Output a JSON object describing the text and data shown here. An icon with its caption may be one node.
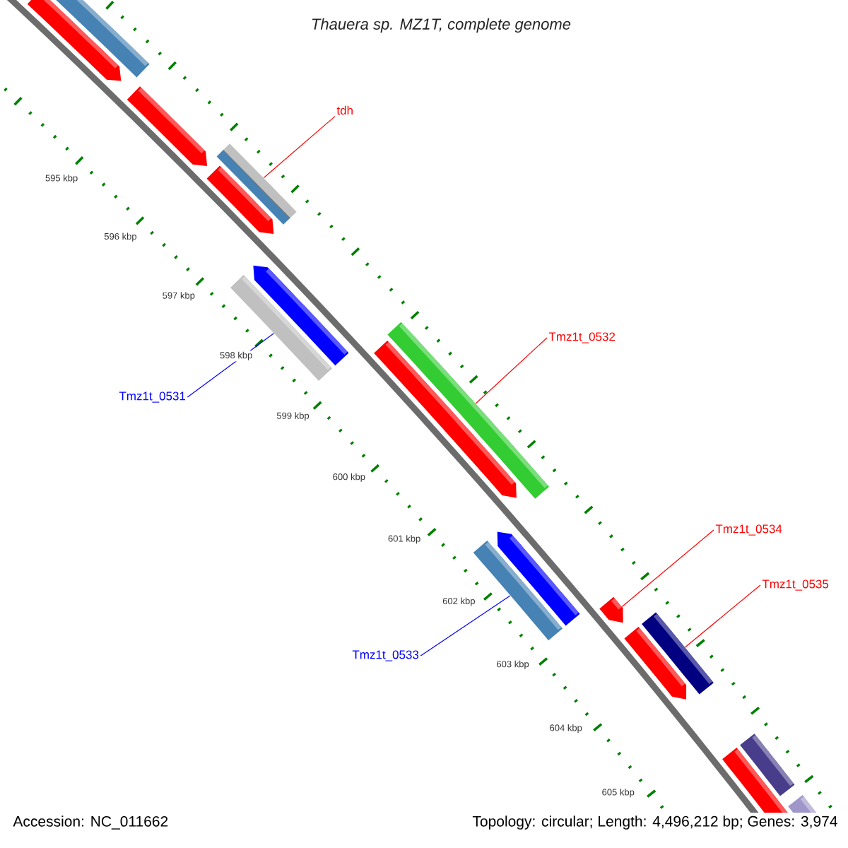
{
  "diagram": {
    "title": "Thauera sp. MZ1T, complete genome",
    "nodes": [
      {
        "text": [
          "tdh"
        ]
      },
      {
        "text": [],
        "shape": "bar"
      },
      {
        "text": [
          "Tmz1t_0532"
        ]
      },
      {
        "text": [],
        "shape": "bar"
      },
      {
        "text": [
          "Tmz1t_0531"
        ]
      },
      {
        "text": [],
        "shape": "bar"
      },
      {
        "text": [
          "Tmz1t_0534"
        ]
      },
      {
        "text": [],
        "shape": "arrow"
      },
      {
        "text": [
          "Tmz1t_0535"
        ]
      },
      {
        "text": [],
        "shape": "bar"
      },
      {
        "text": [
          "Tmz1t_0533"
        ]
      },
      {
        "text": [],
        "shape": "bar"
      }
    ],
    "edges": [
      {
        "from": 0,
        "to": 1,
        "arrow": "none"
      },
      {
        "from": 2,
        "to": 3,
        "arrow": "none"
      },
      {
        "from": 4,
        "to": 5,
        "arrow": "none",
        "color": "#0000ff"
      },
      {
        "from": 6,
        "to": 7,
        "arrow": "none"
      },
      {
        "from": 8,
        "to": 9,
        "arrow": "none"
      },
      {
        "from": 10,
        "to": 11,
        "arrow": "none",
        "color": "#0000ff"
      }
    ],
    "labels": [
      "595 kbp",
      "596 kbp",
      "597 kbp",
      "598 kbp",
      "599 kbp",
      "600 kbp",
      "601 kbp",
      "602 kbp",
      "603 kbp",
      "604 kbp",
      "605 kbp",
      "Accession: NC_011662",
      "Topology: circular; Length: 4,496,212 bp; Genes: 3,974"
    ]
  }
}
